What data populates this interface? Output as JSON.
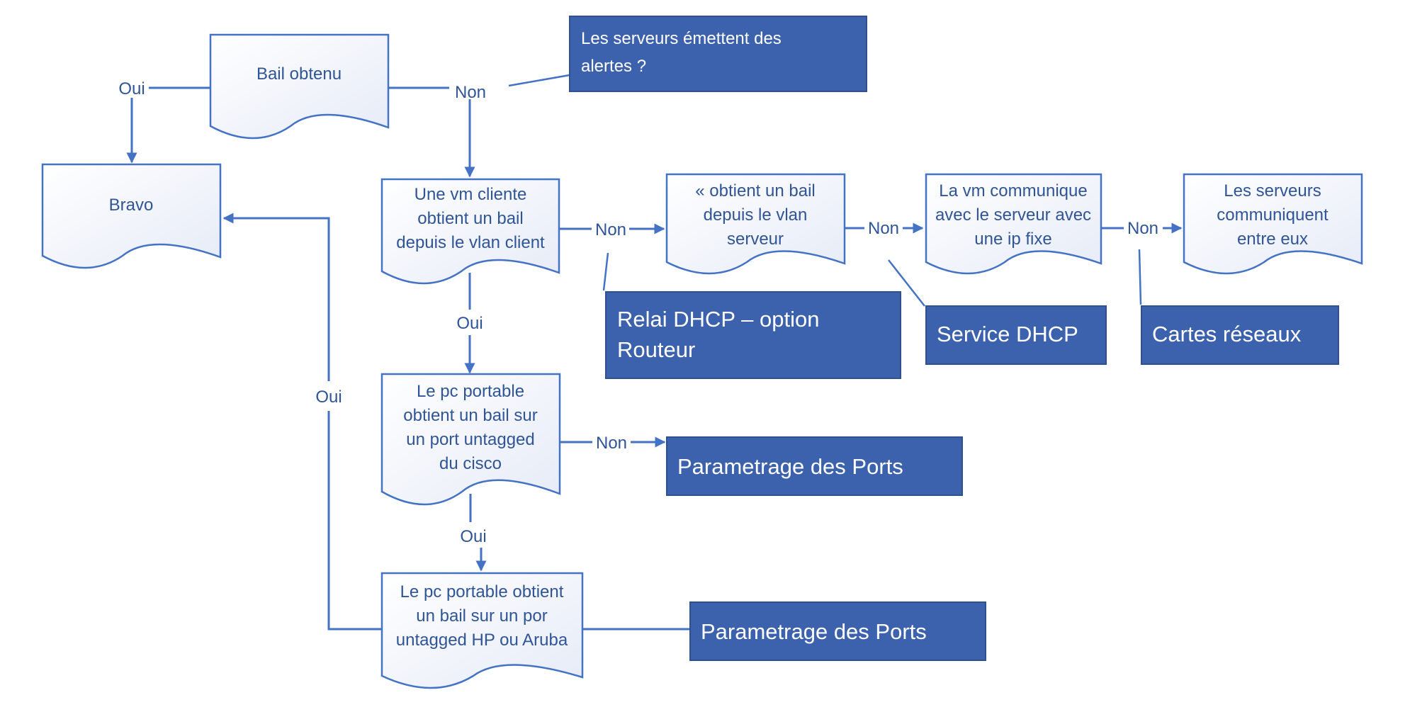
{
  "colors": {
    "shape_stroke": "#4472c4",
    "shape_text": "#2f5597",
    "note_fill": "#3d62ad",
    "note_text": "#ffffff",
    "connector": "#4472c4"
  },
  "nodes": {
    "bail_obtenu": {
      "lines": [
        "Bail obtenu"
      ]
    },
    "bravo": {
      "lines": [
        "Bravo"
      ]
    },
    "vm_cliente": {
      "lines": [
        "Une vm cliente",
        "obtient un bail",
        "depuis le vlan client"
      ]
    },
    "bail_vlan_serveur": {
      "lines": [
        "« obtient un bail",
        "depuis le vlan",
        "serveur"
      ]
    },
    "vm_ip_fixe": {
      "lines": [
        "La vm communique",
        "avec le serveur avec",
        "une ip fixe"
      ]
    },
    "serveurs_communiquent": {
      "lines": [
        "Les serveurs",
        "communiquent",
        "entre eux"
      ]
    },
    "pc_cisco": {
      "lines": [
        "Le pc portable",
        "obtient un bail sur",
        "un port untagged",
        "du cisco"
      ]
    },
    "pc_hp": {
      "lines": [
        "Le pc portable obtient",
        "un bail sur un por",
        "untagged  HP ou Aruba"
      ]
    }
  },
  "notes": {
    "alertes": {
      "lines": [
        "Les serveurs  émettent des",
        "alertes ?"
      ]
    },
    "relai_dhcp": {
      "lines": [
        "Relai DHCP – option",
        "Routeur"
      ]
    },
    "service_dhcp": {
      "lines": [
        "Service DHCP"
      ]
    },
    "cartes_reseaux": {
      "lines": [
        "Cartes réseaux"
      ]
    },
    "ports_1": {
      "lines": [
        "Parametrage des Ports"
      ]
    },
    "ports_2": {
      "lines": [
        "Parametrage des Ports"
      ]
    }
  },
  "edge_labels": {
    "bail_oui": "Oui",
    "bail_non": "Non",
    "vm_non": "Non",
    "vm_oui": "Oui",
    "vlan_serveur_non": "Non",
    "ip_fixe_non": "Non",
    "cisco_non": "Non",
    "cisco_oui": "Oui",
    "hp_oui": "Oui"
  }
}
